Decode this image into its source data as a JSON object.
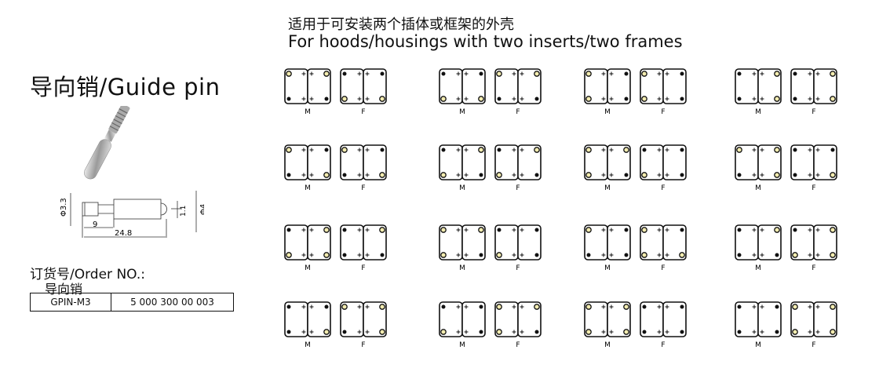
{
  "header": {
    "title_cn": "适用于可安装两个插体或框架的外壳",
    "title_en": "For hoods/housings with two inserts/two frames"
  },
  "product": {
    "title": "导向销/Guide pin",
    "drawing": {
      "dia_left": "Φ3.3",
      "len_short": "9",
      "len_total": "24.8",
      "dim_small": "1.1",
      "dia_right": "Φ4"
    }
  },
  "order": {
    "label": "订货号/Order NO.:",
    "item_cn": "导向销",
    "code": "GPIN-M3",
    "number": "5 000 300 00 003"
  },
  "legend": {
    "male": "M",
    "female": "F"
  },
  "colors": {
    "guide_pin": "#f3ecb0",
    "dot": "#111111"
  },
  "configs": [
    {
      "M": "yybb",
      "F": "bbyy"
    },
    {
      "M": "bbyy",
      "F": "yybb"
    },
    {
      "M": "ybyb",
      "F": "ybyb"
    },
    {
      "M": "byby",
      "F": "byby"
    },
    {
      "M": "ybby",
      "F": "ybby"
    },
    {
      "M": "byyb",
      "F": "byyb"
    },
    {
      "M": "yyyb",
      "F": "bbyb"
    },
    {
      "M": "yyby",
      "F": "bbby"
    },
    {
      "M": "byyy",
      "F": "bybb"
    },
    {
      "M": "yyyb",
      "F": "bbyb"
    },
    {
      "M": "ybbb",
      "F": "ybyy"
    },
    {
      "M": "bybb",
      "F": "byyy"
    },
    {
      "M": "bbby",
      "F": "yyby"
    },
    {
      "M": "bbyb",
      "F": "yyyb"
    },
    {
      "M": "yyyy",
      "F": "bbbb"
    },
    {
      "M": "bbbb",
      "F": "yyyy"
    }
  ]
}
